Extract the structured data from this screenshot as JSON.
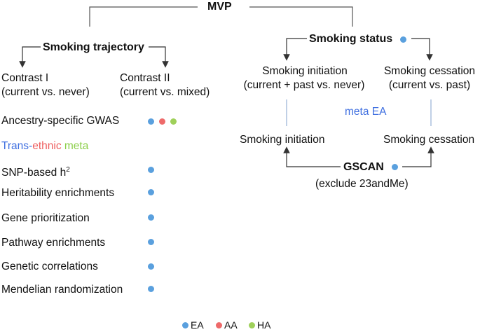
{
  "title": "MVP",
  "colors": {
    "ea": "#5aa0de",
    "aa": "#ee6a6a",
    "ha": "#9fd05a",
    "meta_blue": "#3f6fe0",
    "meta_red": "#ee5f5f",
    "meta_green": "#8ccf4a",
    "line": "#555555",
    "vline": "#9fb6d8"
  },
  "trajectory": {
    "heading": "Smoking trajectory",
    "contrast1": {
      "title": "Contrast I",
      "sub": "(current vs. never)"
    },
    "contrast2": {
      "title": "Contrast II",
      "sub": "(current vs. mixed)"
    },
    "analyses": [
      {
        "label": "Ancestry-specific GWAS",
        "dots": [
          "ea",
          "aa",
          "ha"
        ]
      },
      {
        "label": "SNP-based h",
        "sup": "2",
        "dots": [
          "ea"
        ]
      },
      {
        "label": "Heritability enrichments",
        "dots": [
          "ea"
        ]
      },
      {
        "label": "Gene prioritization",
        "dots": [
          "ea"
        ]
      },
      {
        "label": "Pathway enrichments",
        "dots": [
          "ea"
        ]
      },
      {
        "label": "Genetic correlations",
        "dots": [
          "ea"
        ]
      },
      {
        "label": "Mendelian randomization",
        "dots": [
          "ea"
        ]
      }
    ],
    "meta": {
      "part1": "Trans-",
      "part2": "ethnic",
      "part3": " meta"
    }
  },
  "status": {
    "heading": "Smoking status",
    "initiation": {
      "title": "Smoking initiation",
      "sub": "(current + past vs. never)"
    },
    "cessation": {
      "title": "Smoking cessation",
      "sub": "(current vs. past)"
    },
    "meta_label": "meta EA",
    "gscan_initiation": "Smoking initiation",
    "gscan_cessation": "Smoking cessation",
    "gscan": "GSCAN",
    "gscan_sub": "(exclude 23andMe)"
  },
  "legend": [
    {
      "key": "ea",
      "label": "EA"
    },
    {
      "key": "aa",
      "label": "AA"
    },
    {
      "key": "ha",
      "label": "HA"
    }
  ]
}
